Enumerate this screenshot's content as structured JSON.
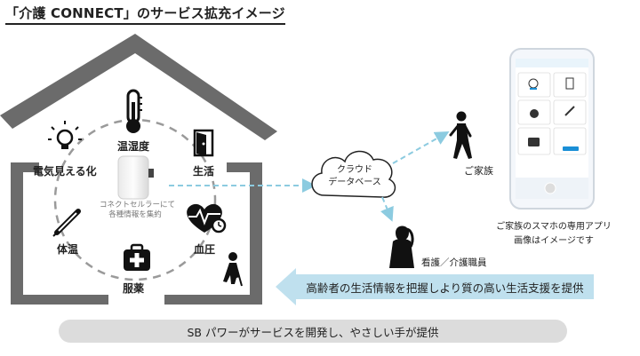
{
  "title": "「介護 CONNECT」のサービス拡充イメージ",
  "features": {
    "temp_humidity": "温湿度",
    "electricity": "電気見える化",
    "life": "生活",
    "blood_pressure": "血圧",
    "body_temp": "体温",
    "medication": "服薬"
  },
  "hub": {
    "caption_line1": "コネクトセルラーにて",
    "caption_line2": "各種情報を集約"
  },
  "cloud": {
    "line1": "クラウド",
    "line2": "データベース"
  },
  "family": {
    "label": "ご家族"
  },
  "phone": {
    "caption_line1": "ご家族のスマホの専用アプリ",
    "caption_line2": "画像はイメージです"
  },
  "caregiver": {
    "label": "看護／介護職員"
  },
  "banner": {
    "text": "高齢者の生活情報を把握しより質の高い生活支援を提供"
  },
  "footer": {
    "text": "SB パワーがサービスを開発し、やさしい手が提供"
  },
  "colors": {
    "house": "#6b6b6b",
    "arrow": "#8ccbe0",
    "banner_bg": "#bfe0ee",
    "footer_bg": "#dcdcdc",
    "accent_blue": "#1a8fd6"
  },
  "icons": [
    "lightbulb-icon",
    "thermometer-icon",
    "door-icon",
    "heart-monitor-icon",
    "medical-kit-icon",
    "elderly-person-icon",
    "clinical-thermometer-icon",
    "cloud-icon",
    "person-walking-icon",
    "caregiver-icon",
    "smartphone-icon"
  ]
}
